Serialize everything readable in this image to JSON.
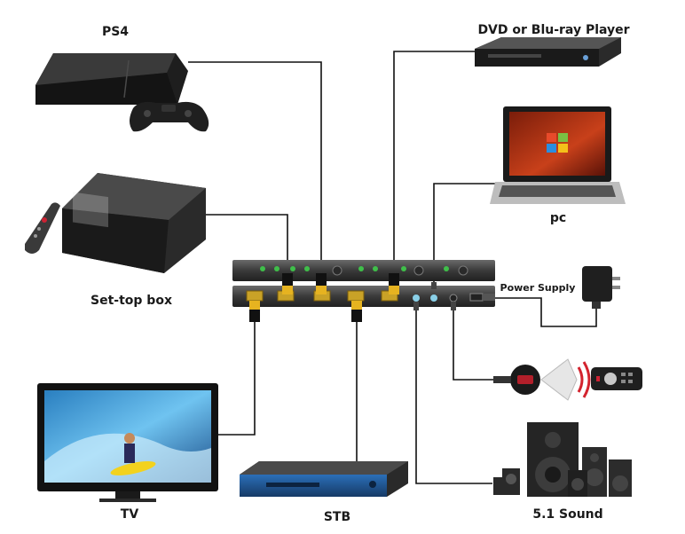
{
  "devices": {
    "ps4": {
      "label": "PS4"
    },
    "dvd": {
      "label": "DVD or Blu-ray Player"
    },
    "pc": {
      "label": "pc"
    },
    "settop": {
      "label": "Set-top box"
    },
    "power": {
      "label": "Power Supply"
    },
    "tv": {
      "label": "TV"
    },
    "stb": {
      "label": "STB"
    },
    "sound": {
      "label": "5.1 Sound"
    }
  }
}
